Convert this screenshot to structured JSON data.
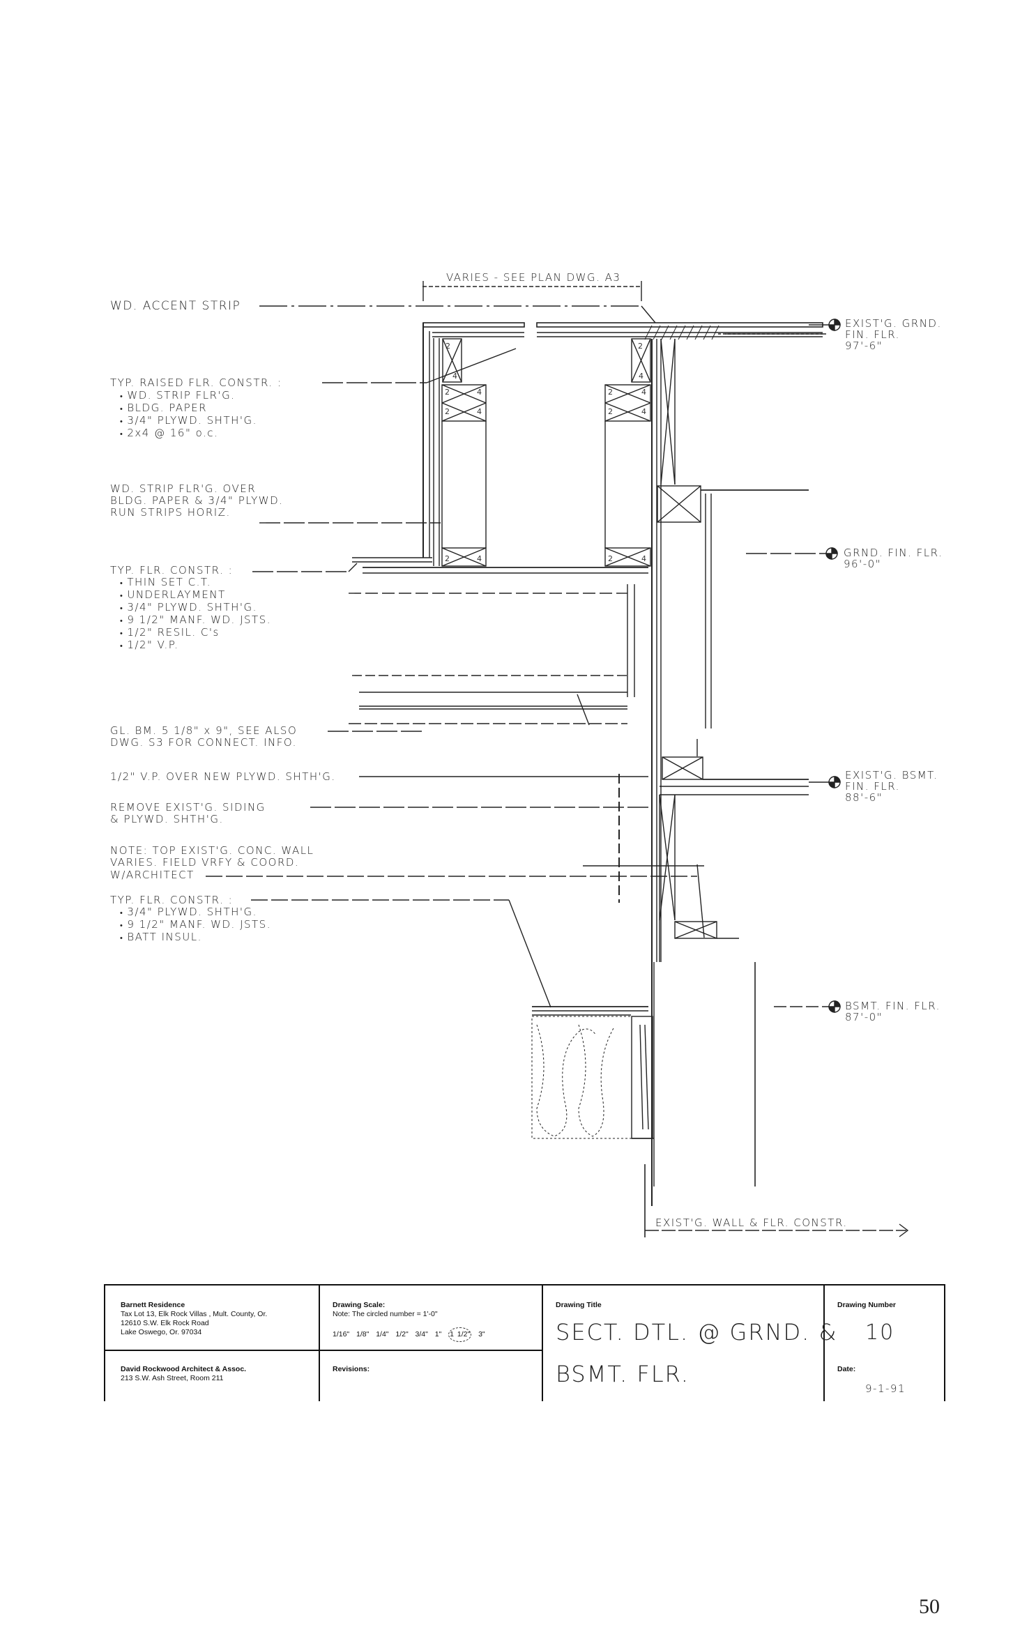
{
  "drawing": {
    "dimension_label": "VARIES - SEE PLAN DWG. A3",
    "left_notes": [
      {
        "id": "accent",
        "title": "WD. ACCENT STRIP",
        "items": []
      },
      {
        "id": "raised",
        "title": "TYP. RAISED FLR. CONSTR. :",
        "items": [
          "WD. STRIP FLR'G.",
          "BLDG. PAPER",
          "3/4\" PLYWD. SHTH'G.",
          "2x4 @ 16\" o.c."
        ]
      },
      {
        "id": "strip",
        "title": "WD. STRIP FLR'G. OVER",
        "lines": [
          "BLDG. PAPER & 3/4\" PLYWD.",
          "RUN STRIPS HORIZ."
        ]
      },
      {
        "id": "typflr1",
        "title": "TYP. FLR. CONSTR. :",
        "items": [
          "THIN SET C.T.",
          "UNDERLAYMENT",
          "3/4\" PLYWD. SHTH'G.",
          "9 1/2\" MANF. WD. JSTS.",
          "1/2\" RESIL. C's",
          "1/2\" V.P."
        ]
      },
      {
        "id": "glbm",
        "title": "GL. BM. 5 1/8\" x 9\", SEE ALSO",
        "lines": [
          "DWG. S3 FOR CONNECT. INFO."
        ]
      },
      {
        "id": "vp",
        "title": "1/2\" V.P. OVER NEW PLYWD. SHTH'G."
      },
      {
        "id": "siding",
        "title": "REMOVE EXIST'G. SIDING",
        "lines": [
          "& PLYWD. SHTH'G."
        ]
      },
      {
        "id": "note",
        "title": "NOTE: TOP EXIST'G. CONC. WALL",
        "lines": [
          "VARIES. FIELD VRFY & COORD.",
          "W/ARCHITECT"
        ]
      },
      {
        "id": "typflr2",
        "title": "TYP. FLR. CONSTR. :",
        "items": [
          "3/4\" PLYWD. SHTH'G.",
          "9 1/2\" MANF. WD. JSTS.",
          "BATT INSUL."
        ]
      }
    ],
    "elevations": [
      {
        "label": "EXIST'G. GRND.",
        "line2": "FIN. FLR.",
        "value": "97'-6\""
      },
      {
        "label": "GRND. FIN. FLR.",
        "value": "96'-0\""
      },
      {
        "label": "EXIST'G. BSMT.",
        "line2": "FIN. FLR.",
        "value": "88'-6\""
      },
      {
        "label": "BSMT. FIN. FLR.",
        "value": "87'-0\""
      }
    ],
    "stud_labels": [
      "2",
      "4"
    ],
    "existing_label": "EXIST'G. WALL & FLR. CONSTR."
  },
  "title_block": {
    "project": {
      "name": "Barnett Residence",
      "line1": "Tax Lot 13, Elk Rock Villas , Mult. County, Or.",
      "line2": "12610 S.W. Elk Rock Road",
      "line3": "Lake Oswego, Or. 97034"
    },
    "architect": {
      "name": "David Rockwood Architect & Assoc.",
      "line1": "213 S.W. Ash Street, Room 211"
    },
    "scale": {
      "heading": "Drawing Scale:",
      "note": "Note: The circled number = 1'-0\"",
      "options": [
        "1/16\"",
        "1/8\"",
        "1/4\"",
        "1/2\"",
        "3/4\"",
        "1\"",
        "1 1/2\"",
        "3\""
      ],
      "selected": "1 1/2\""
    },
    "revisions": {
      "heading": "Revisions:"
    },
    "drawing_title": {
      "heading": "Drawing Title",
      "line1": "SECT. DTL. @ GRND. &",
      "line2": "BSMT. FLR."
    },
    "drawing_number": {
      "heading": "Drawing Number",
      "value": "10"
    },
    "date": {
      "heading": "Date:",
      "value": "9-1-91"
    }
  },
  "page_number": "50"
}
